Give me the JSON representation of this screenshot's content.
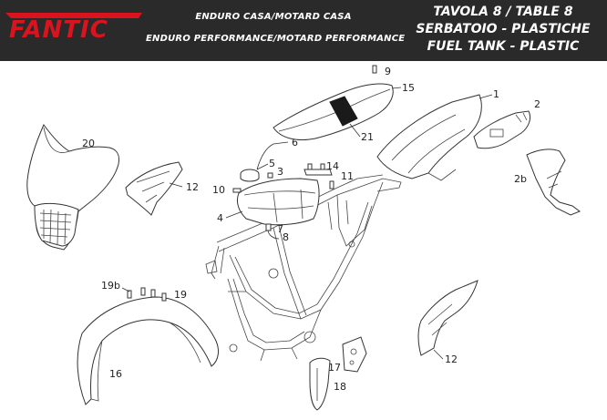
{
  "header": {
    "brand": "FANTIC",
    "line1": "ENDURO CASA/MOTARD CASA",
    "line2": "ENDURO PERFORMANCE/MOTARD PERFORMANCE",
    "title1": "TAVOLA 8  /  TABLE 8",
    "title2": "SERBATOIO - PLASTICHE",
    "title3": "FUEL TANK - PLASTIC"
  },
  "colors": {
    "header_bg": "#2a2a2a",
    "logo_red": "#d9141e",
    "line": "#333333"
  },
  "callouts": {
    "c1": "1",
    "c2": "2",
    "c2b": "2b",
    "c3": "3",
    "c4": "4",
    "c5": "5",
    "c6": "6",
    "c7": "7",
    "c8": "8",
    "c9": "9",
    "c10": "10",
    "c11": "11",
    "c12a": "12",
    "c12b": "12",
    "c14": "14",
    "c15": "15",
    "c16": "16",
    "c17": "17",
    "c18": "18",
    "c19": "19",
    "c19b": "19b",
    "c20": "20",
    "c21": "21"
  }
}
